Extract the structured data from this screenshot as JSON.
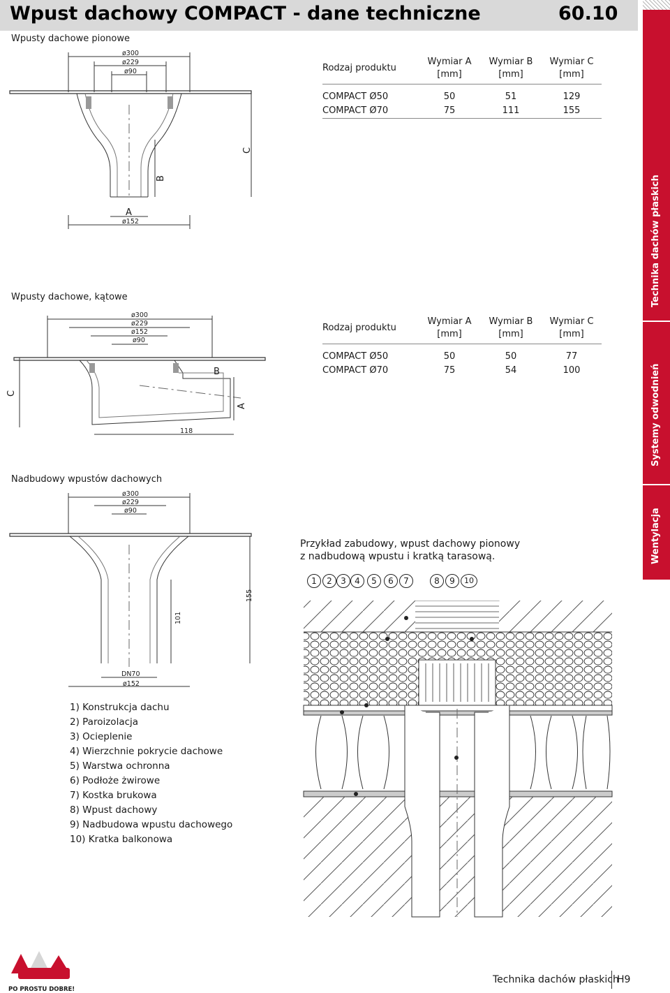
{
  "header": {
    "title": "Wpust dachowy COMPACT - dane techniczne",
    "code": "60.10"
  },
  "sections": {
    "vertical": "Wpusty dachowe pionowe",
    "angled": "Wpusty dachowe, kątowe",
    "extension": "Nadbudowy wpustów dachowych"
  },
  "table_vertical": {
    "headers": [
      "Rodzaj produktu",
      "Wymiar A",
      "[mm]",
      "Wymiar B",
      "[mm]",
      "Wymiar C",
      "[mm]"
    ],
    "rows": [
      [
        "COMPACT Ø50",
        "50",
        "51",
        "129"
      ],
      [
        "COMPACT Ø70",
        "75",
        "111",
        "155"
      ]
    ]
  },
  "table_angled": {
    "headers": [
      "Rodzaj produktu",
      "Wymiar A",
      "[mm]",
      "Wymiar B",
      "[mm]",
      "Wymiar C",
      "[mm]"
    ],
    "rows": [
      [
        "COMPACT Ø50",
        "50",
        "50",
        "77"
      ],
      [
        "COMPACT Ø70",
        "75",
        "54",
        "100"
      ]
    ]
  },
  "drawing_vertical": {
    "d1": "ø300",
    "d2": "ø229",
    "d3": "ø90",
    "d4": "ø152",
    "A": "A",
    "B": "B",
    "C": "C"
  },
  "drawing_angled": {
    "d1": "ø300",
    "d2": "ø229",
    "d3": "ø152",
    "d4": "ø90",
    "A": "A",
    "B": "B",
    "C": "C",
    "len": "118"
  },
  "drawing_extension": {
    "d1": "ø300",
    "d2": "ø229",
    "d3": "ø90",
    "h1": "101",
    "h2": "155",
    "dn": "DN70",
    "d4": "ø152"
  },
  "example": {
    "caption_line1": "Przykład zabudowy, wpust dachowy pionowy",
    "caption_line2": "z nadbudową wpustu i kratką tarasową.",
    "markers": [
      "1",
      "2",
      "3",
      "4",
      "5",
      "6",
      "7",
      "8",
      "9",
      "10"
    ]
  },
  "legend": [
    "1) Konstrukcja dachu",
    "2) Paroizolacja",
    "3) Ocieplenie",
    "4) Wierzchnie pokrycie dachowe",
    "5) Warstwa ochronna",
    "6) Podłoże żwirowe",
    "7) Kostka brukowa",
    "8) Wpust dachowy",
    "9) Nadbudowa wpustu dachowego",
    "10) Kratka balkonowa"
  ],
  "sidebar": {
    "tabs": [
      "Technika dachów płaskich",
      "Systemy odwodnień",
      "Wentylacja"
    ],
    "colors": {
      "tab": "#c8102e",
      "divider": "#ffffff"
    }
  },
  "footer": {
    "section": "Technika dachów płaskich",
    "page": "H9",
    "logo_tagline": "PO PROSTU DOBRE!"
  }
}
